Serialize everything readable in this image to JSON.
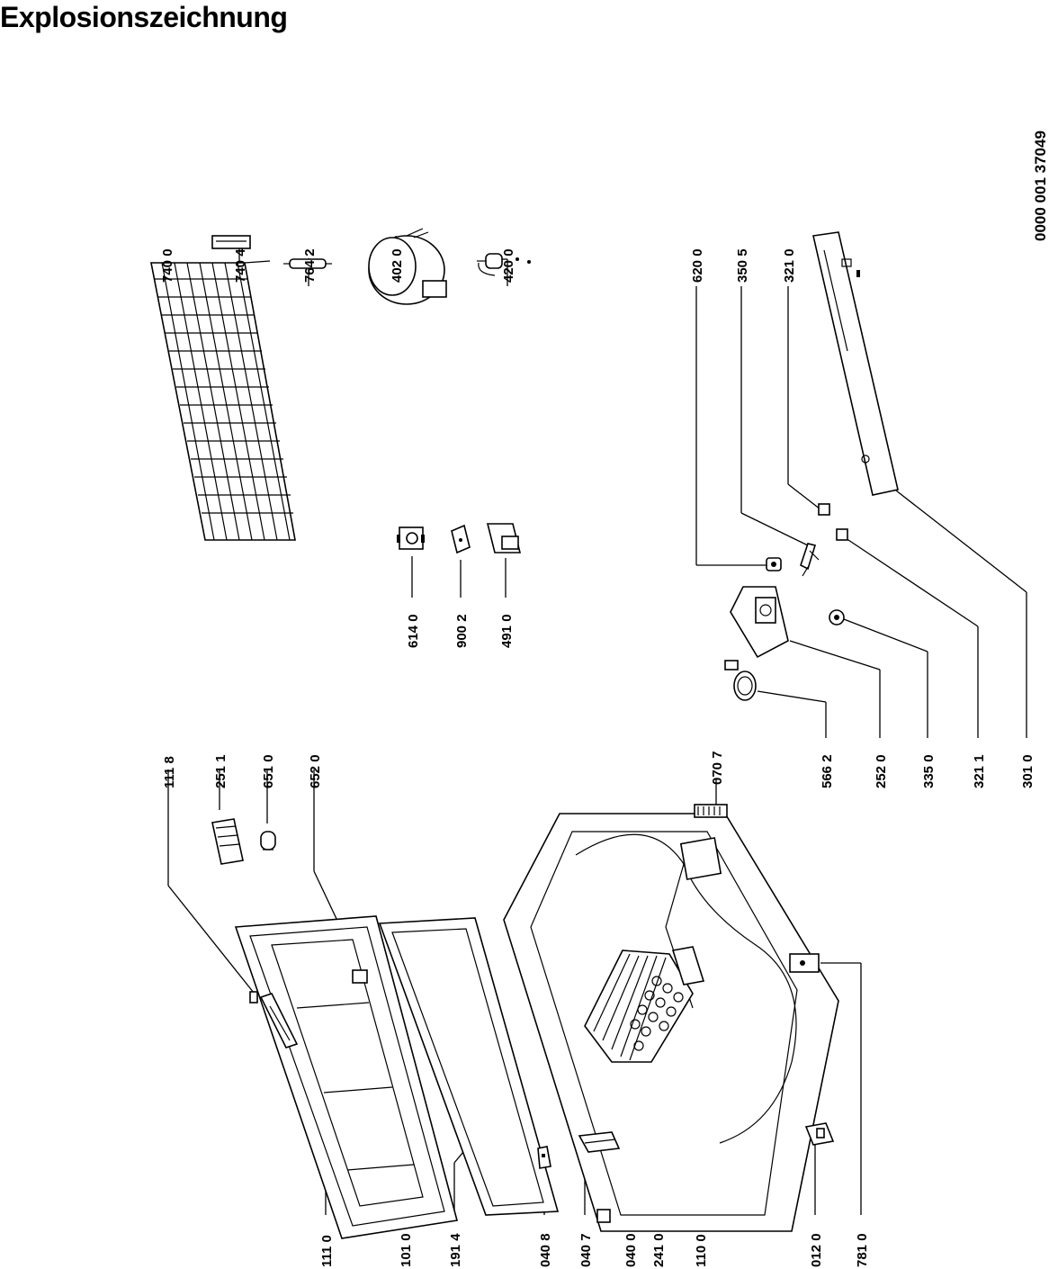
{
  "title": "Explosionszeichnung",
  "document_number": "0000 001 37049",
  "parts": {
    "p7400": "740 0",
    "p7404": "740 4",
    "p7642": "764 2",
    "p4020": "402 0",
    "p4200": "420 0",
    "p6140": "614 0",
    "p9002": "900 2",
    "p4910": "491 0",
    "p6200": "620 0",
    "p3505": "350 5",
    "p3210": "321 0",
    "p5662": "566 2",
    "p2520": "252 0",
    "p3350": "335 0",
    "p3211": "321 1",
    "p3010": "301 0",
    "p1118": "111 8",
    "p2511": "251 1",
    "p6510": "651 0",
    "p6520": "652 0",
    "p0707": "070 7",
    "p1110": "111 0",
    "p1010": "101 0",
    "p1914": "191 4",
    "p0408": "040 8",
    "p0407": "040 7",
    "p0400": "040 0",
    "p2410": "241 0",
    "p1100": "110 0",
    "p0120": "012 0",
    "p7810": "781 0"
  },
  "colors": {
    "ink": "#000000",
    "paper": "#ffffff"
  }
}
